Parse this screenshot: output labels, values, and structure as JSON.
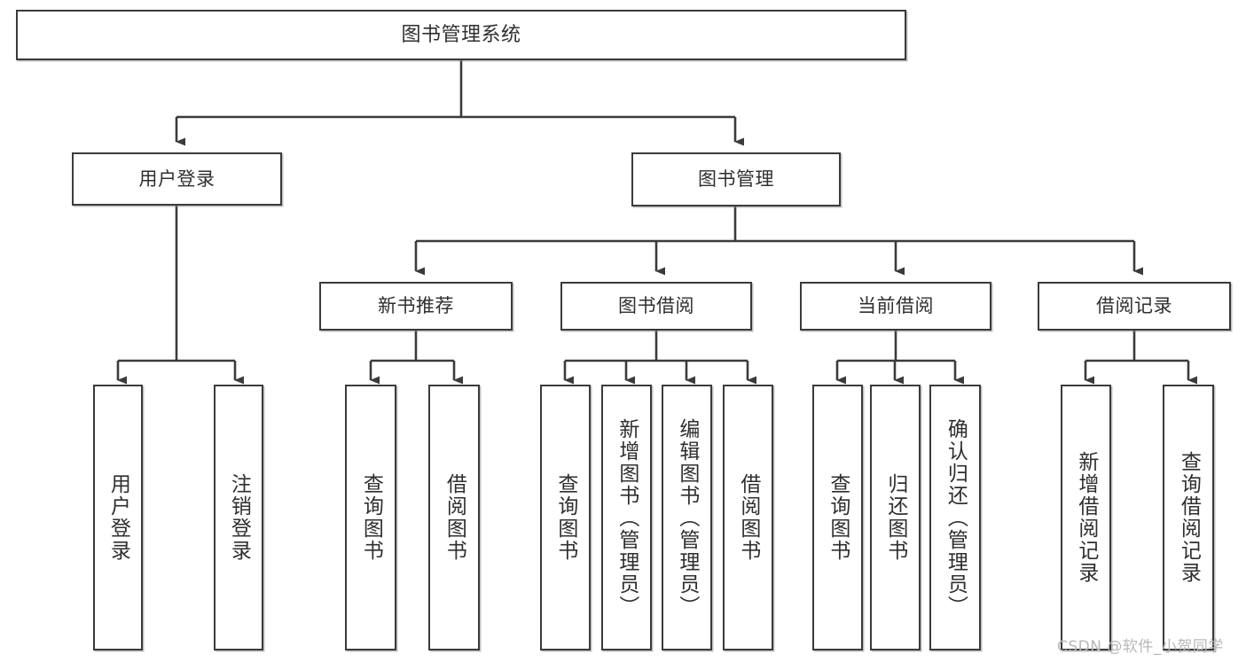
{
  "diagram": {
    "title": "图书管理系统",
    "watermark": "CSDN @软件_小贺同学",
    "style": {
      "line_color": "#3b3b3b",
      "box_fill": "#ffffff",
      "text_color": "#2f2f2f",
      "watermark_color": "#b8b8b8"
    },
    "root": {
      "label": "图书管理系统"
    },
    "level2": [
      {
        "label": "用户登录"
      },
      {
        "label": "图书管理"
      }
    ],
    "level3": [
      {
        "label": "新书推荐"
      },
      {
        "label": "图书借阅"
      },
      {
        "label": "当前借阅"
      },
      {
        "label": "借阅记录"
      }
    ],
    "leaves": {
      "user_login": [
        {
          "label": "用户登录"
        },
        {
          "label": "注销登录"
        }
      ],
      "new_book_recommend": [
        {
          "label": "查询图书"
        },
        {
          "label": "借阅图书"
        }
      ],
      "book_borrow": [
        {
          "label": "查询图书"
        },
        {
          "label": "新增图书（管理员）"
        },
        {
          "label": "编辑图书（管理员）"
        },
        {
          "label": "借阅图书"
        }
      ],
      "current_borrow": [
        {
          "label": "查询图书"
        },
        {
          "label": "归还图书"
        },
        {
          "label": "确认归还（管理员）"
        }
      ],
      "borrow_records": [
        {
          "label": "新增借阅记录"
        },
        {
          "label": "查询借阅记录"
        }
      ]
    }
  }
}
